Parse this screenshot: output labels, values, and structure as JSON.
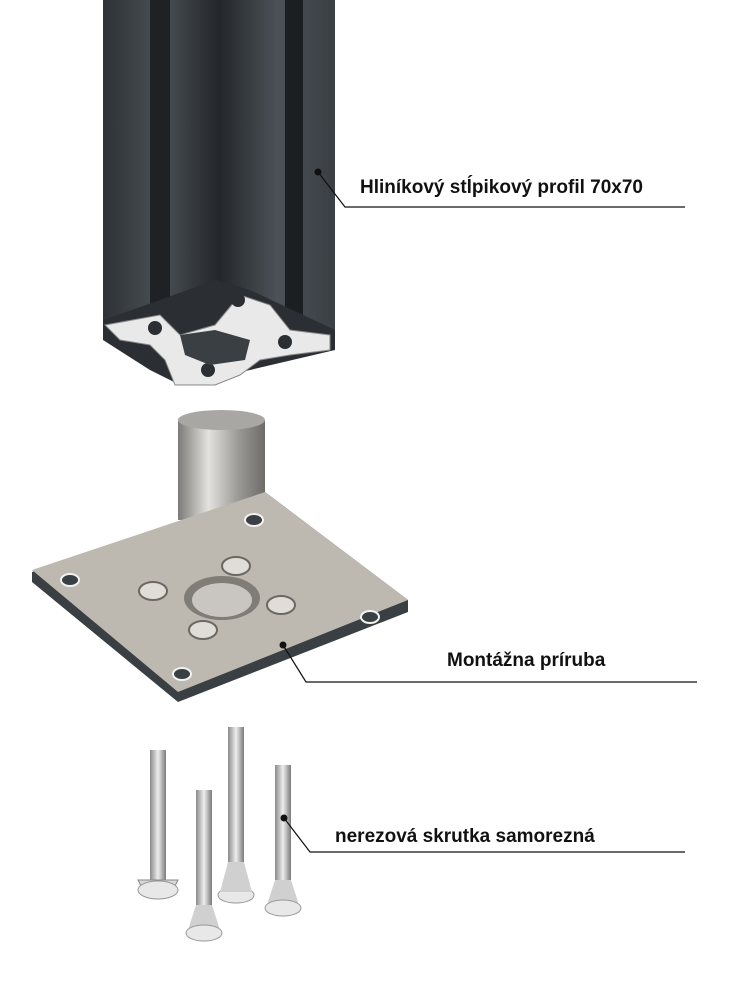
{
  "labels": {
    "post": "Hliníkový stĺpikový profil 70x70",
    "flange": "Montážna príruba",
    "screws": "nerezová skrutka samorezná"
  },
  "colors": {
    "post": "#3a3f44",
    "flange": "#b9b4ac",
    "steel": "#c8c8c8"
  }
}
